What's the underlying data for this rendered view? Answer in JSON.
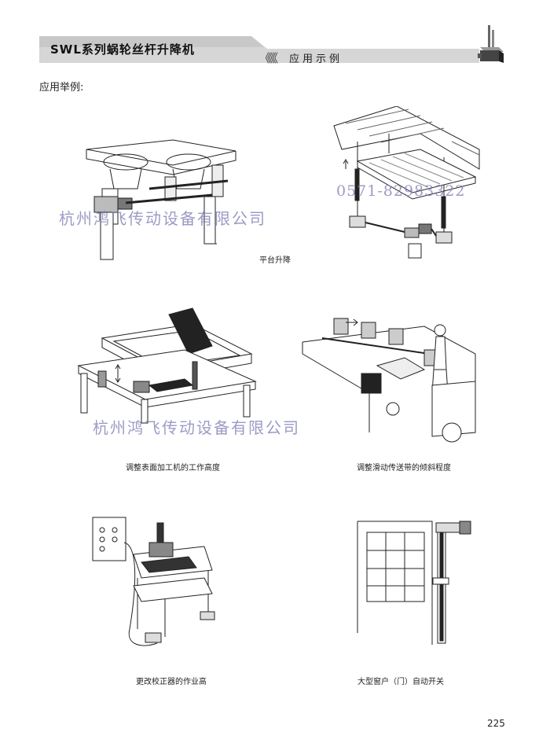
{
  "header": {
    "title": "SWL系列蜗轮丝杆升降机",
    "chevrons": "《《《",
    "subtitle": "应用示例"
  },
  "section_label": "应用举例:",
  "watermark": {
    "company": "杭州鸿飞传动设备有限公司",
    "phone": "0571-82983322"
  },
  "captions": {
    "platform": "平台升降",
    "surface_machine": "调整表面加工机的工作高度",
    "conveyor": "调整滑动传送带的倾斜程度",
    "straightener": "更改校正器的作业高",
    "window_door": "大型窗户（门）自动开关"
  },
  "page_number": "225",
  "colors": {
    "header_bar": "#d4d4d4",
    "header_dark": "#8a8a8a",
    "watermark": "#7a7ab4"
  }
}
